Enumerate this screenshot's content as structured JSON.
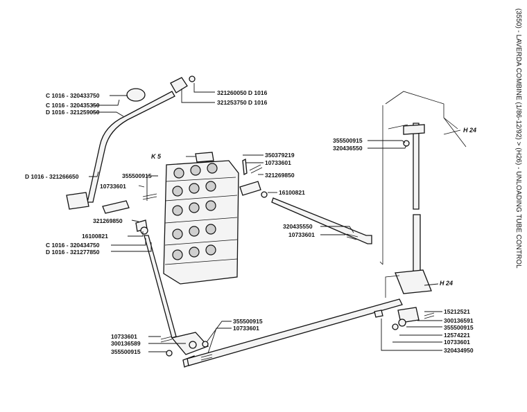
{
  "title": "(3550) - LAVERDA COMBINE (1/86-12/92) > (H26) - UNLOADING TUBE CONTROL",
  "view_labels": {
    "h24_top": "H 24",
    "h24_mid": "H 24",
    "k5": "K 5"
  },
  "callouts": {
    "c1": "C 1016 - 320433750",
    "c2": "C 1016 - 320435350",
    "c3": "D 1016 - 321259050",
    "c4": "321260050 D 1016",
    "c5": "321253750 D 1016",
    "c6": "D 1016 - 321266650",
    "c7": "355500915",
    "c8": "10733601",
    "c9": "321269850",
    "c10": "16100821",
    "c11": "C 1016 - 320434750",
    "c12": "D 1016 - 321277850",
    "c13": "350379219",
    "c14": "10733601",
    "c15": "321269850",
    "c16": "16100821",
    "c17": "320435550",
    "c18": "10733601",
    "c19": "355500915",
    "c20": "320436550",
    "c21": "15212521",
    "c22": "300136591",
    "c23": "355500915",
    "c24": "12574221",
    "c25": "10733601",
    "c26": "320434950",
    "c27": "355500915",
    "c28": "10733601",
    "c29": "10733601",
    "c30": "300136589",
    "c31": "355500915"
  }
}
